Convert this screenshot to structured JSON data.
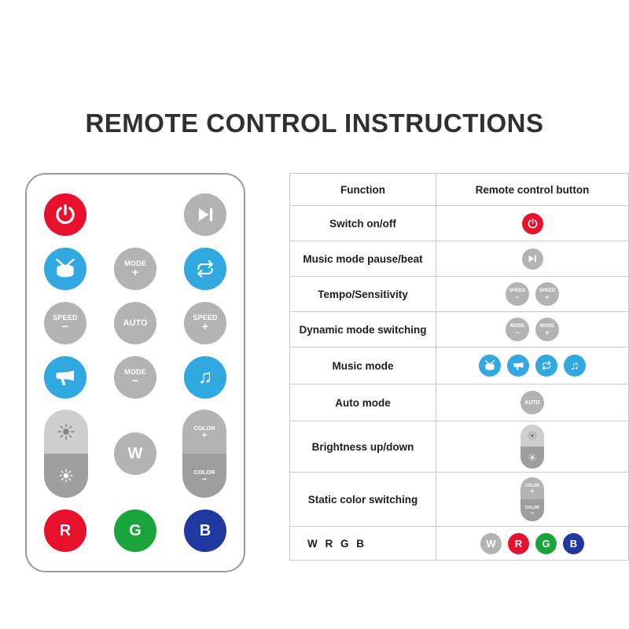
{
  "title": "REMOTE CONTROL INSTRUCTIONS",
  "colors": {
    "red": "#e8112d",
    "blue": "#31a8e0",
    "green": "#1aa53c",
    "navy": "#2038a0",
    "gray": "#b3b3b3",
    "gray_light": "#cfcfcf",
    "gray_dark": "#9e9e9e",
    "border": "#c9c9c9",
    "text": "#303030"
  },
  "icons": {
    "power": "power-icon",
    "play_pause": "play-pause-icon",
    "drum": "drum-icon",
    "horn": "horn-icon",
    "loop": "loop-icon",
    "music_note": "music-note-icon",
    "sun": "sun-icon"
  },
  "glyphs": {
    "music_note": "♫"
  },
  "button_labels": {
    "mode": "MODE",
    "speed": "SPEED",
    "color": "COLOR",
    "auto": "AUTO",
    "plus": "+",
    "minus": "−",
    "w": "W",
    "r": "R",
    "g": "G",
    "b": "B"
  },
  "table": {
    "header": {
      "function": "Function",
      "button": "Remote control button"
    },
    "rows": [
      {
        "function": "Switch on/off"
      },
      {
        "function": "Music mode pause/beat"
      },
      {
        "function": "Tempo/Sensitivity"
      },
      {
        "function": "Dynamic mode switching"
      },
      {
        "function": "Music mode"
      },
      {
        "function": "Auto mode"
      },
      {
        "function": "Brightness up/down"
      },
      {
        "function": "Static color switching"
      },
      {
        "function": "W R G B"
      }
    ]
  }
}
